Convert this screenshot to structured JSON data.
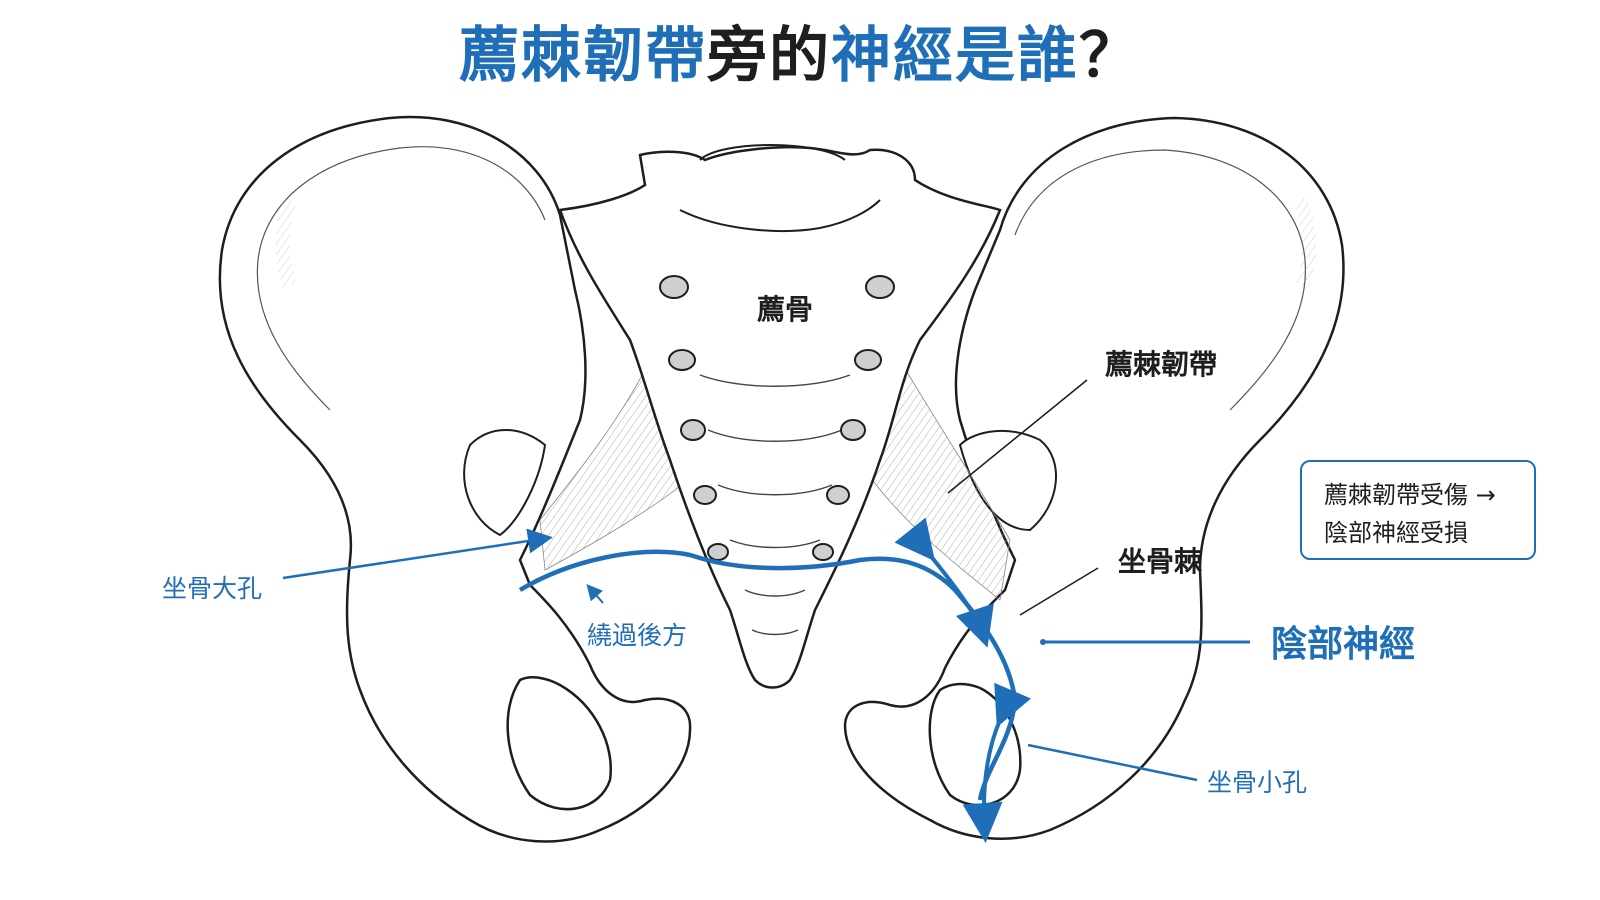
{
  "title": {
    "part1": "薦棘韌帶",
    "part2": "旁的",
    "part3": "神經是誰",
    "part4": "？"
  },
  "labels": {
    "sacrum": "薦骨",
    "sacrospinous_ligament": "薦棘韌帶",
    "ischial_spine": "坐骨棘",
    "greater_sciatic_foramen": "坐骨大孔",
    "passes_behind": "繞過後方",
    "pudendal_nerve": "陰部神經",
    "lesser_sciatic_foramen": "坐骨小孔"
  },
  "note": {
    "line1": "薦棘韌帶受傷 →",
    "line2": "陰部神經受損"
  },
  "colors": {
    "accent_blue": "#1f6fb8",
    "bone_outline": "#1e1e1e",
    "text_dark": "#1e1e1e"
  }
}
